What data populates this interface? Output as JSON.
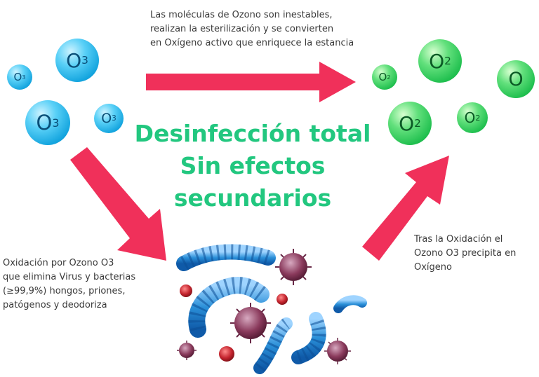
{
  "top_text": "Las moléculas de Ozono son inestables,\nrealizan la esterilización y se convierten\nen Oxígeno activo que enriquece la estancia",
  "headline": {
    "line1": "Desinfección total",
    "line2": "Sin efectos",
    "line3": "secundarios"
  },
  "left_text": "Oxidación por Ozono O3\nque elimina Virus y bacterias\n(≥99,9%) hongos, priones,\npatógenos y deodoriza",
  "right_text": "Tras la Oxidación el\nOzono O3 precipita en\nOxígeno",
  "ozone_molecules": [
    {
      "base": "O",
      "sub": "3"
    },
    {
      "base": "O",
      "sub": "3"
    },
    {
      "base": "O",
      "sub": "3"
    },
    {
      "base": "O",
      "sub": "3"
    }
  ],
  "oxygen_molecules": [
    {
      "base": "O",
      "sub": "2"
    },
    {
      "base": "O",
      "sub": "2"
    },
    {
      "base": "O",
      "sub": ""
    },
    {
      "base": "O",
      "sub": "2"
    },
    {
      "base": "O",
      "sub": "2"
    }
  ],
  "colors": {
    "arrow": "#f0305a",
    "headline": "#22c77f",
    "ozone": "#13a4de",
    "oxygen": "#1fbf4e",
    "virus": "#7a2a4a",
    "bacteria": "#2a8fd8",
    "spore": "#c4242e"
  }
}
